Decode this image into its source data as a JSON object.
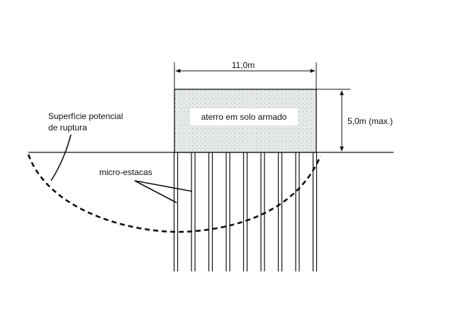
{
  "labels": {
    "width_dimension": "11,0m",
    "height_dimension": "5,0m (max.)",
    "fill_block": "aterro em solo armado",
    "rupture_surface_line1": "Superfície potencial",
    "rupture_surface_line2": "de ruptura",
    "micro_piles": "micro-estacas"
  },
  "colors": {
    "ink": "#111111",
    "fill_texture": "#e6e9ea",
    "label_box": "#ffffff",
    "background": "#ffffff"
  },
  "counts": {
    "micro_piles": 9
  }
}
